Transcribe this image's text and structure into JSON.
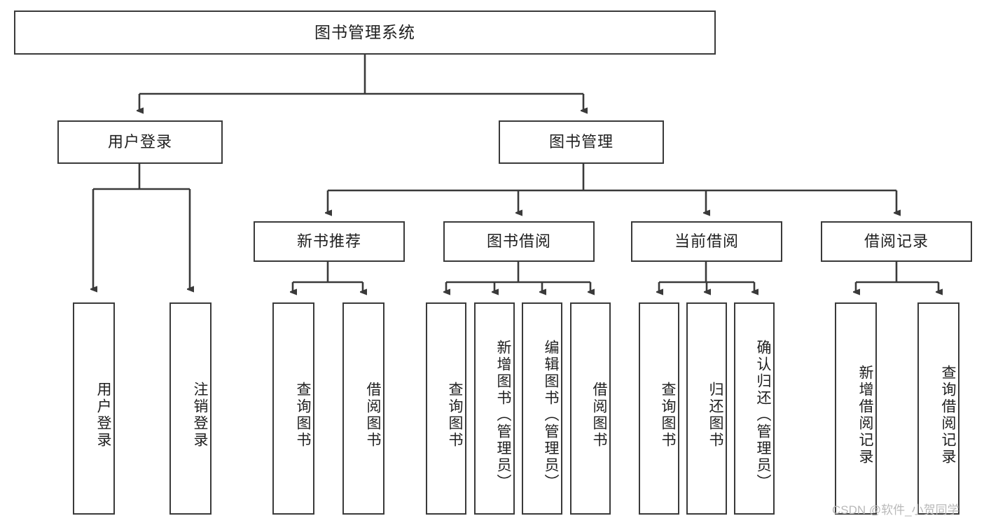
{
  "diagram": {
    "title": "图书管理系统",
    "watermark": "CSDN @软件_小贺同学",
    "levels": {
      "root": "图书管理系统",
      "level2": [
        "用户登录",
        "图书管理"
      ],
      "level3": [
        "新书推荐",
        "图书借阅",
        "当前借阅",
        "借阅记录"
      ]
    },
    "nodes": {
      "root": {
        "label": "图书管理系统",
        "orientation": "horizontal"
      },
      "user_login": {
        "label": "用户登录",
        "orientation": "horizontal"
      },
      "book_manage": {
        "label": "图书管理",
        "orientation": "horizontal"
      },
      "new_book_rec": {
        "label": "新书推荐",
        "orientation": "horizontal"
      },
      "book_borrow": {
        "label": "图书借阅",
        "orientation": "horizontal"
      },
      "current_borrow": {
        "label": "当前借阅",
        "orientation": "horizontal"
      },
      "borrow_record": {
        "label": "借阅记录",
        "orientation": "horizontal"
      },
      "leaf_user_login": {
        "label": "用户登录",
        "orientation": "vertical"
      },
      "leaf_logout": {
        "label": "注销登录",
        "orientation": "vertical"
      },
      "leaf_query_book_1": {
        "label": "查询图书",
        "orientation": "vertical"
      },
      "leaf_borrow_book_1": {
        "label": "借阅图书",
        "orientation": "vertical"
      },
      "leaf_query_book_2": {
        "label": "查询图书",
        "orientation": "vertical"
      },
      "leaf_add_book": {
        "label": "新增图书（管理员）",
        "orientation": "vertical"
      },
      "leaf_edit_book": {
        "label": "编辑图书（管理员）",
        "orientation": "vertical"
      },
      "leaf_borrow_book_2": {
        "label": "借阅图书",
        "orientation": "vertical"
      },
      "leaf_query_book_3": {
        "label": "查询图书",
        "orientation": "vertical"
      },
      "leaf_return_book": {
        "label": "归还图书",
        "orientation": "vertical"
      },
      "leaf_confirm_return": {
        "label": "确认归还（管理员）",
        "orientation": "vertical"
      },
      "leaf_add_record": {
        "label": "新增借阅记录",
        "orientation": "vertical"
      },
      "leaf_query_record": {
        "label": "查询借阅记录",
        "orientation": "vertical"
      }
    },
    "colors": {
      "stroke": "#3a3a3a",
      "text": "#1f1f1f",
      "background": "#ffffff",
      "watermark": "#b9b9b9"
    }
  }
}
